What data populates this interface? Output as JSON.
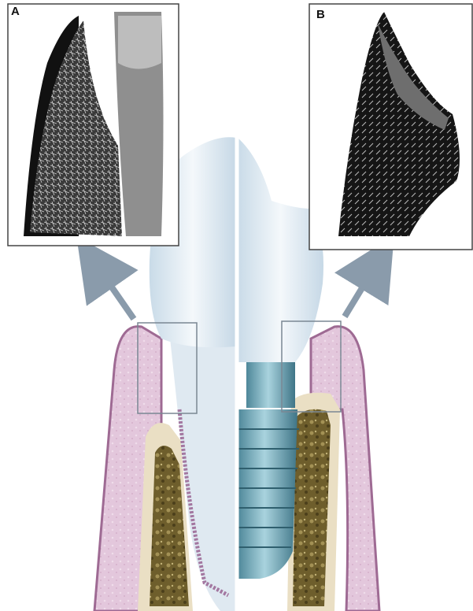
{
  "panels": [
    {
      "label": "A",
      "depicts": "natural-tooth"
    },
    {
      "label": "B",
      "depicts": "dental-implant"
    }
  ],
  "colors": {
    "gingiva": "#d9b3cf",
    "gingiva_edge": "#9e6a93",
    "bone_spongy": "#7a6a34",
    "bone_cortical": "#eadfc4",
    "crown": "#dce9f2",
    "implant": "#6fa7b8",
    "arrow": "#8a9bab",
    "micrograph_dark": "#111111",
    "micrograph_light": "#d8d8d8"
  }
}
